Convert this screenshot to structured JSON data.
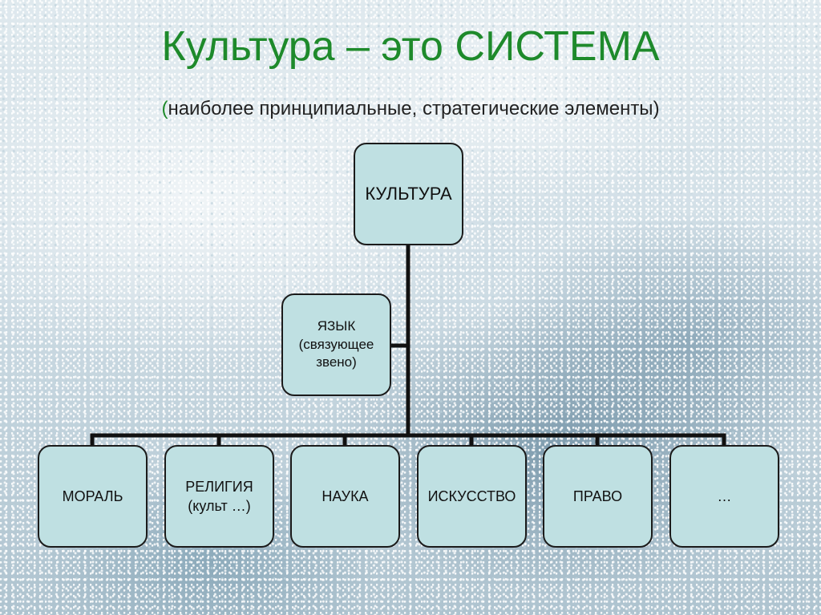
{
  "title": "Культура – это СИСТЕМА",
  "subtitle": {
    "open_paren": "(",
    "text": "наиболее принципиальные, стратегические элементы",
    "close_paren": ")"
  },
  "diagram": {
    "root": "КУЛЬТУРА",
    "connector": {
      "line1": "ЯЗЫК",
      "line2": "(связующее",
      "line3": "звено)"
    },
    "children": [
      {
        "line1": "МОРАЛЬ",
        "line2": ""
      },
      {
        "line1": "РЕЛИГИЯ",
        "line2": "(культ …)"
      },
      {
        "line1": "НАУКА",
        "line2": ""
      },
      {
        "line1": "ИСКУССТВО",
        "line2": ""
      },
      {
        "line1": "ПРАВО",
        "line2": ""
      },
      {
        "line1": "…",
        "line2": ""
      }
    ]
  },
  "colors": {
    "title": "#1e8a2b",
    "node_fill": "#bfe0e2",
    "line": "#111111"
  }
}
